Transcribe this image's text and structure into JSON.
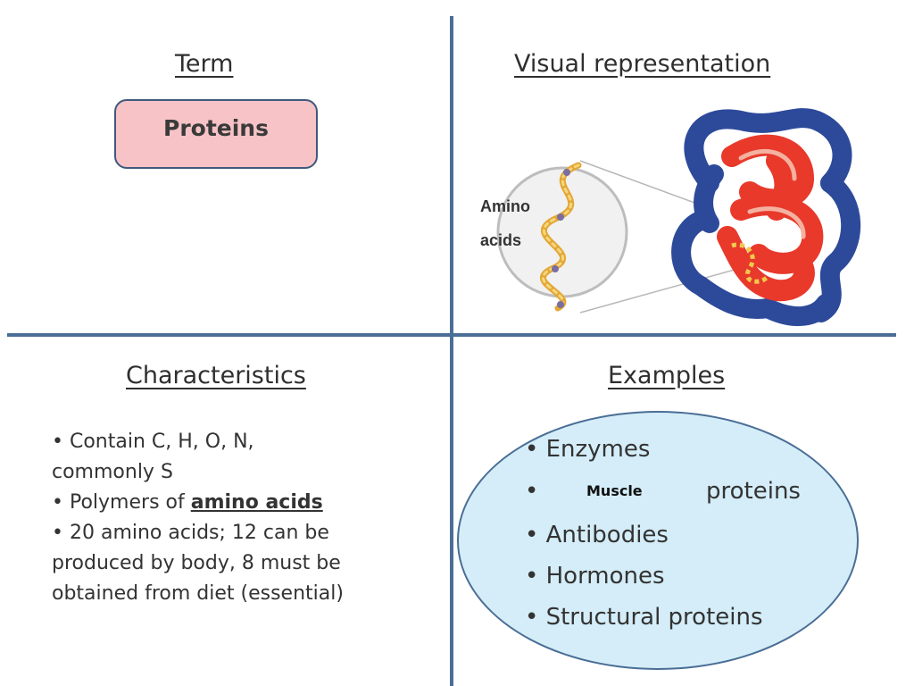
{
  "headings": {
    "term": "Term",
    "visual": "Visual representation",
    "characteristics": "Characteristics",
    "examples": "Examples"
  },
  "term": {
    "label": "Proteins"
  },
  "visual": {
    "label_line1": "Amino",
    "label_line2": "acids"
  },
  "characteristics": {
    "bullet": "•",
    "line1": " Contain C, H, O, N,",
    "line2": "commonly S",
    "line3_prefix": " Polymers of ",
    "line3_emph": "amino acids",
    "line4": " 20 amino acids; 12 can be",
    "line5": "produced by body, 8 must be",
    "line6": "obtained from diet (essential)"
  },
  "examples": {
    "bullet": "•",
    "item1": "Enzymes",
    "item2_left": "Muscle",
    "item2_right": "proteins",
    "item3": "Antibodies",
    "item4": "Hormones",
    "item5": "Structural proteins"
  },
  "colors": {
    "divider": "#4a6e96",
    "term_fill": "#f7c3c6",
    "examples_fill": "#d4edf8",
    "protein_red": "#e8392b",
    "protein_blue": "#2d4a9a"
  }
}
